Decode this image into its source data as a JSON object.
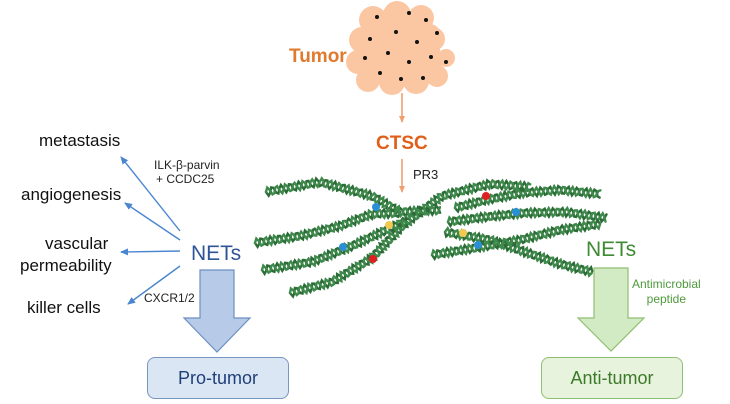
{
  "tumor": {
    "label": "Tumor"
  },
  "ctsc": {
    "label": "CTSC"
  },
  "pr3": {
    "label": "PR3"
  },
  "left": {
    "nets": "NETs",
    "effects": [
      "metastasis",
      "angiogenesis",
      "vascular",
      "permeability",
      "killer cells"
    ],
    "ilk_line1": "ILK-β-parvin",
    "ilk_line2": "+ CCDC25",
    "cxcr": "CXCR1/2",
    "outcome": "Pro-tumor"
  },
  "right": {
    "nets": "NETs",
    "note_line1": "Antimicrobial",
    "note_line2": "peptide",
    "outcome": "Anti-tumor"
  },
  "colors": {
    "tumor_fill": "#fbc7a3",
    "tumor_text": "#e07a2e",
    "ctsc_text": "#e0601a",
    "arrow_orange": "#f0a070",
    "nets_blue": "#2f5597",
    "arrow_blue": "#5b8fd0",
    "block_arrow_blue": "#b7cbe8",
    "nets_green": "#3f8a34",
    "block_arrow_green": "#d3ebc4",
    "dna_strand": "#2f6b3a"
  },
  "icons": [
    "tumor-cell-cluster",
    "dna-strand",
    "granule-dot"
  ]
}
